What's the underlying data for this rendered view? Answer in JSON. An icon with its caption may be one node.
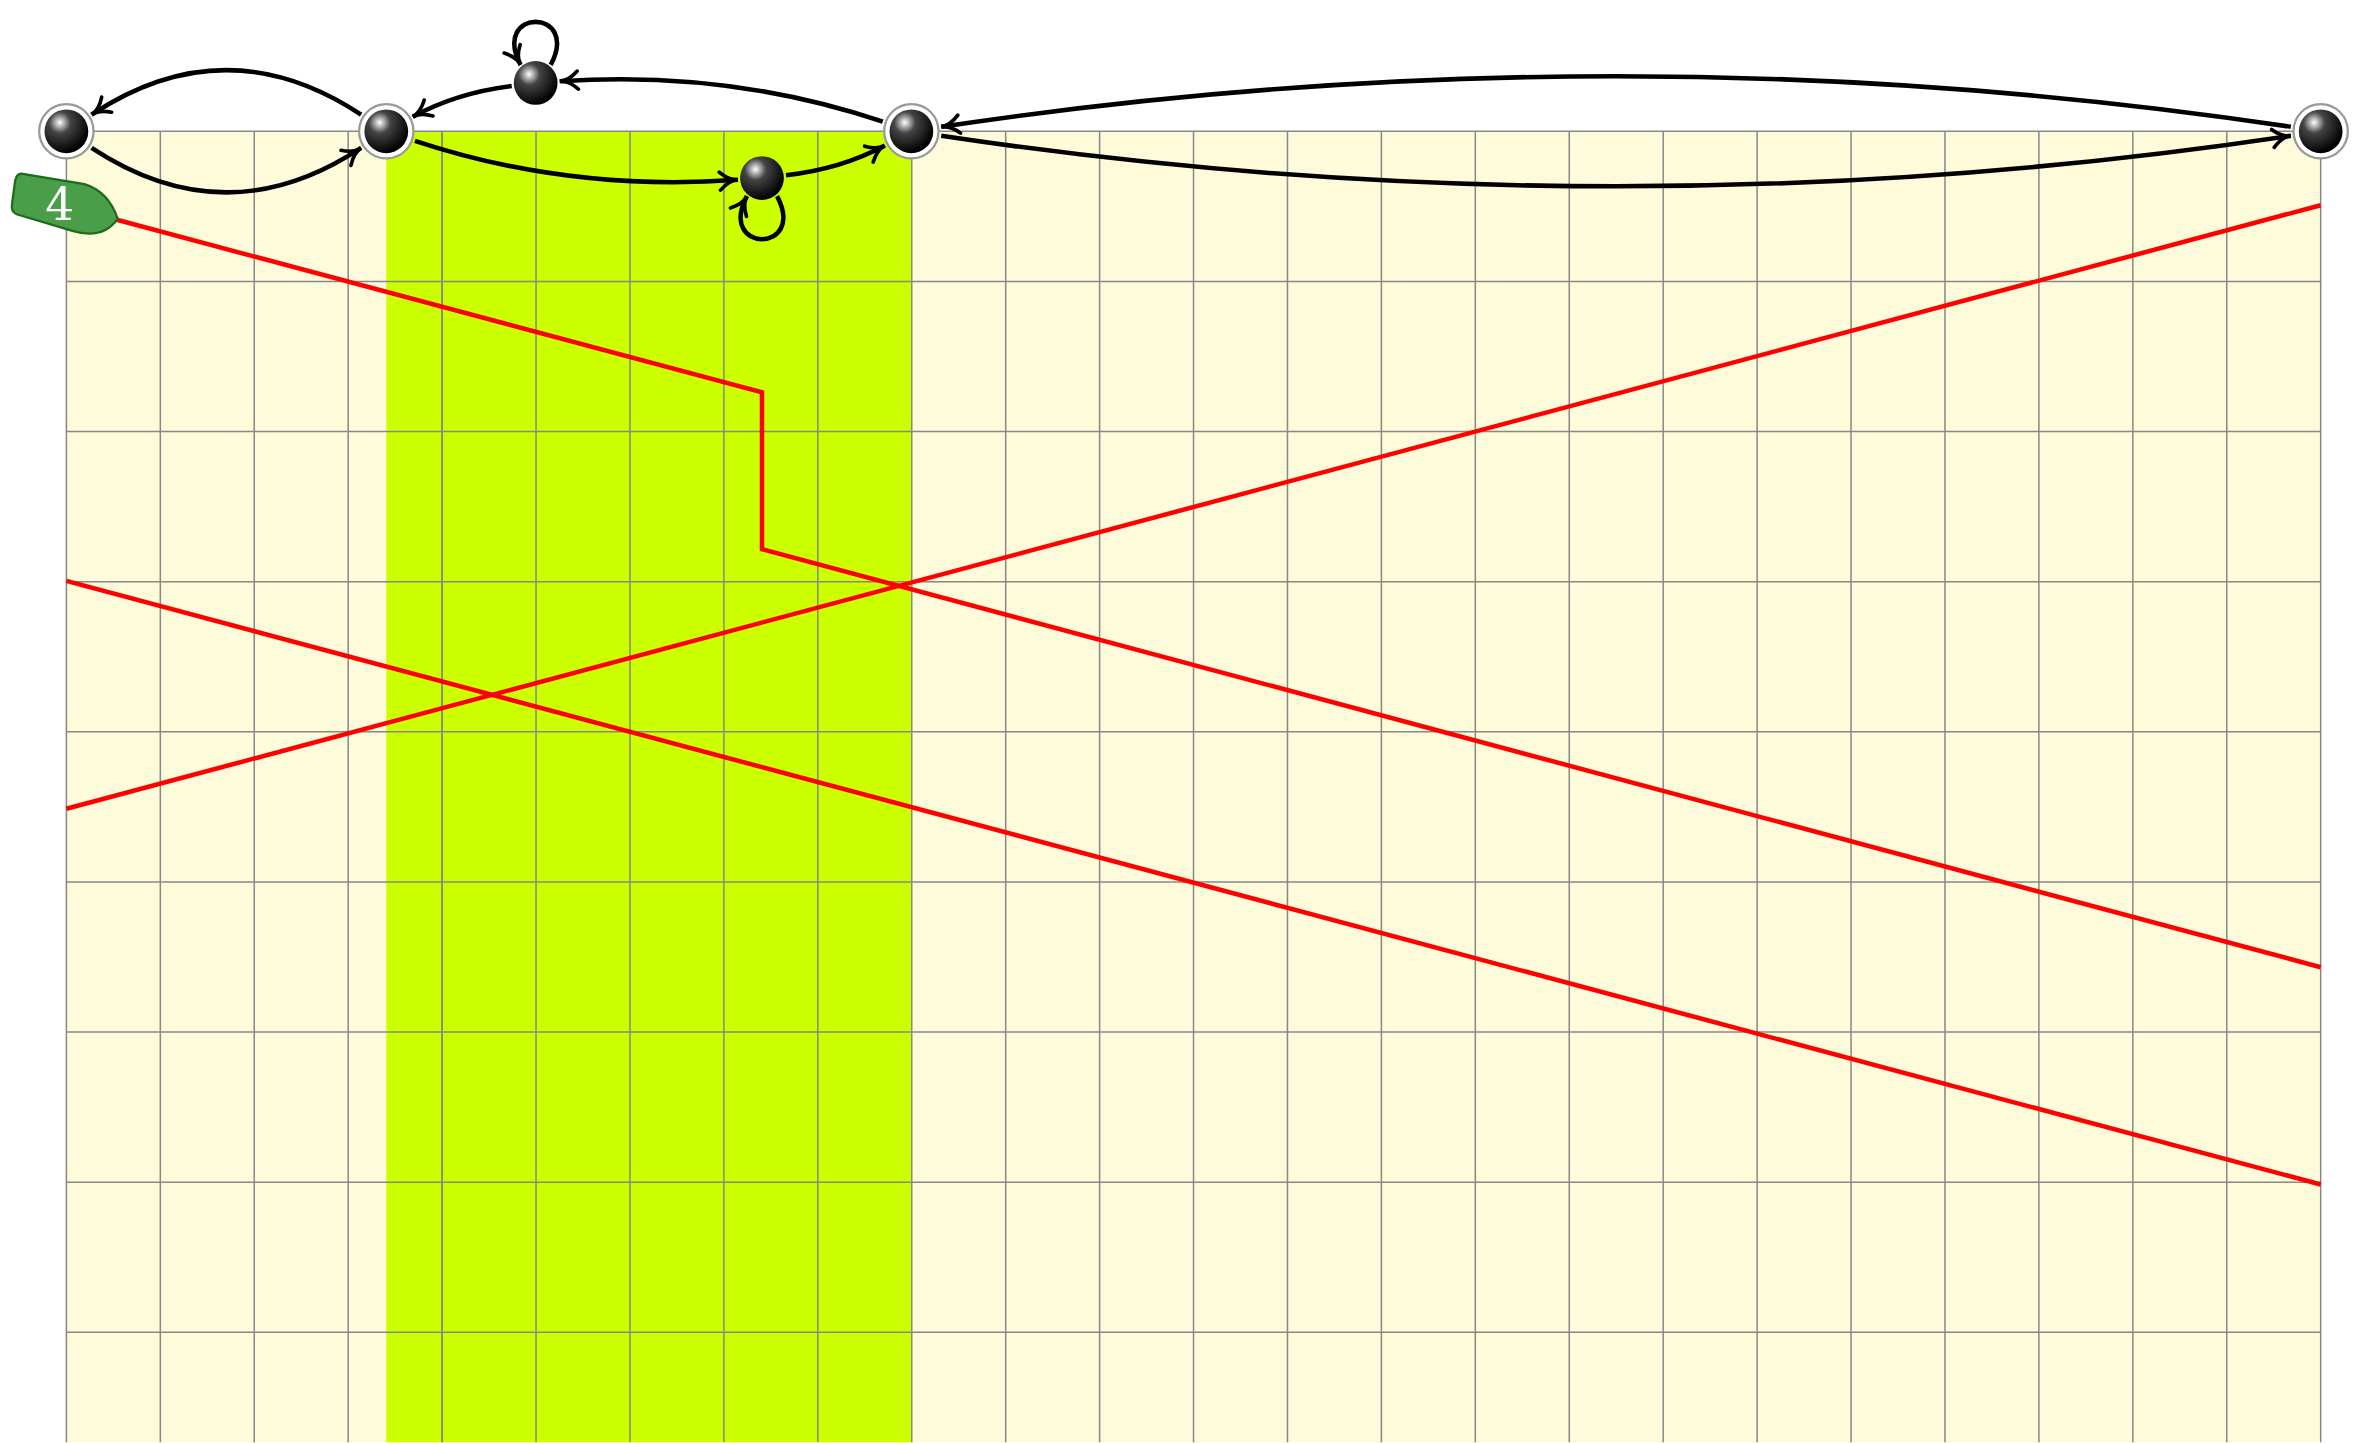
{
  "diagram": {
    "nodes": [
      {
        "text": [],
        "shape": "circle"
      },
      {
        "text": [],
        "shape": "circle"
      },
      {
        "text": [],
        "shape": "circle"
      },
      {
        "text": [],
        "shape": "circle"
      },
      {
        "text": [],
        "shape": "circle"
      },
      {
        "text": [],
        "shape": "circle"
      }
    ],
    "edges": [
      {
        "from": 1,
        "to": 0,
        "arrow": "to"
      },
      {
        "from": 0,
        "to": 1,
        "arrow": "to"
      },
      {
        "from": 2,
        "to": 1,
        "arrow": "to"
      },
      {
        "from": 2,
        "to": 2,
        "arrow": "to"
      },
      {
        "from": 4,
        "to": 2,
        "arrow": "to"
      },
      {
        "from": 1,
        "to": 3,
        "arrow": "to"
      },
      {
        "from": 3,
        "to": 3,
        "arrow": "to"
      },
      {
        "from": 3,
        "to": 4,
        "arrow": "to"
      },
      {
        "from": 5,
        "to": 4,
        "arrow": "to"
      },
      {
        "from": 4,
        "to": 5,
        "arrow": "to"
      }
    ],
    "labels": [
      "4"
    ]
  }
}
